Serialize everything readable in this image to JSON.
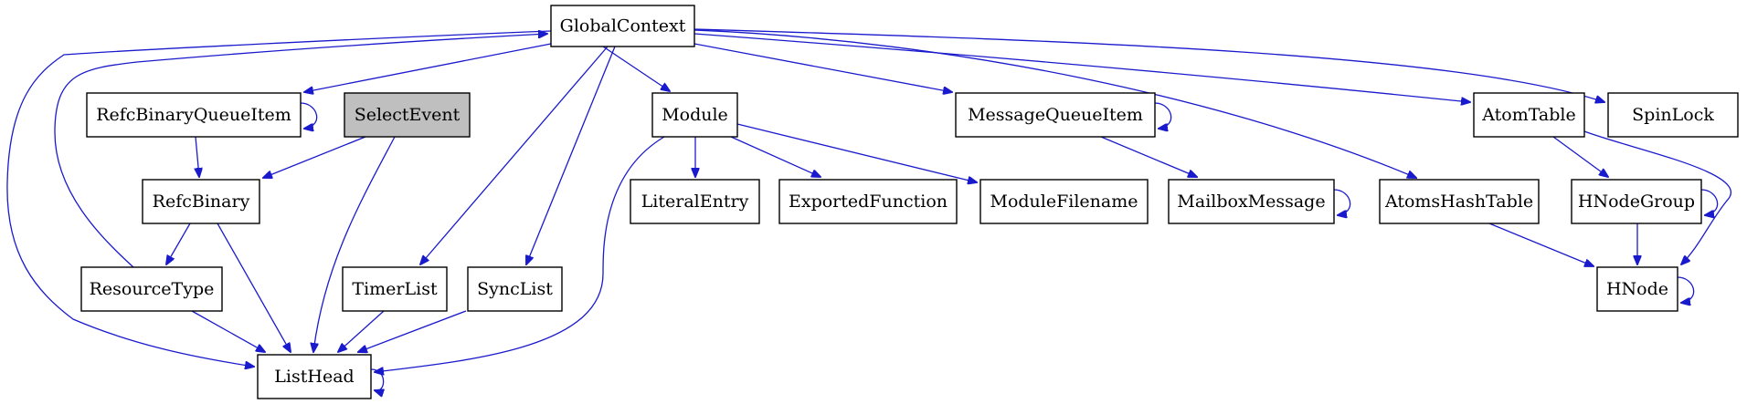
{
  "colors": {
    "edge": "#1a1acd",
    "node_border": "#000000",
    "node_fill": "#ffffff",
    "highlight_fill": "#bfbfbf"
  },
  "nodes": [
    {
      "id": "GlobalContext",
      "label": "GlobalContext"
    },
    {
      "id": "RefcBinaryQueueItem",
      "label": "RefcBinaryQueueItem"
    },
    {
      "id": "SelectEvent",
      "label": "SelectEvent",
      "highlighted": true
    },
    {
      "id": "Module",
      "label": "Module"
    },
    {
      "id": "MessageQueueItem",
      "label": "MessageQueueItem"
    },
    {
      "id": "AtomTable",
      "label": "AtomTable"
    },
    {
      "id": "SpinLock",
      "label": "SpinLock"
    },
    {
      "id": "RefcBinary",
      "label": "RefcBinary"
    },
    {
      "id": "LiteralEntry",
      "label": "LiteralEntry"
    },
    {
      "id": "ExportedFunction",
      "label": "ExportedFunction"
    },
    {
      "id": "ModuleFilename",
      "label": "ModuleFilename"
    },
    {
      "id": "MailboxMessage",
      "label": "MailboxMessage"
    },
    {
      "id": "AtomsHashTable",
      "label": "AtomsHashTable"
    },
    {
      "id": "HNodeGroup",
      "label": "HNodeGroup"
    },
    {
      "id": "ResourceType",
      "label": "ResourceType"
    },
    {
      "id": "TimerList",
      "label": "TimerList"
    },
    {
      "id": "SyncList",
      "label": "SyncList"
    },
    {
      "id": "HNode",
      "label": "HNode"
    },
    {
      "id": "ListHead",
      "label": "ListHead"
    }
  ],
  "edges": [
    {
      "from": "GlobalContext",
      "to": "RefcBinaryQueueItem"
    },
    {
      "from": "GlobalContext",
      "to": "Module"
    },
    {
      "from": "GlobalContext",
      "to": "MessageQueueItem"
    },
    {
      "from": "GlobalContext",
      "to": "AtomTable"
    },
    {
      "from": "GlobalContext",
      "to": "SpinLock"
    },
    {
      "from": "GlobalContext",
      "to": "AtomsHashTable"
    },
    {
      "from": "GlobalContext",
      "to": "TimerList"
    },
    {
      "from": "GlobalContext",
      "to": "SyncList"
    },
    {
      "from": "GlobalContext",
      "to": "ListHead"
    },
    {
      "from": "ResourceType",
      "to": "GlobalContext"
    },
    {
      "from": "RefcBinaryQueueItem",
      "to": "RefcBinaryQueueItem"
    },
    {
      "from": "RefcBinaryQueueItem",
      "to": "RefcBinary"
    },
    {
      "from": "SelectEvent",
      "to": "RefcBinary"
    },
    {
      "from": "SelectEvent",
      "to": "ListHead"
    },
    {
      "from": "RefcBinary",
      "to": "ResourceType"
    },
    {
      "from": "RefcBinary",
      "to": "ListHead"
    },
    {
      "from": "ResourceType",
      "to": "ListHead"
    },
    {
      "from": "TimerList",
      "to": "ListHead"
    },
    {
      "from": "SyncList",
      "to": "ListHead"
    },
    {
      "from": "ListHead",
      "to": "ListHead"
    },
    {
      "from": "Module",
      "to": "LiteralEntry"
    },
    {
      "from": "Module",
      "to": "ExportedFunction"
    },
    {
      "from": "Module",
      "to": "ModuleFilename"
    },
    {
      "from": "Module",
      "to": "ListHead"
    },
    {
      "from": "MessageQueueItem",
      "to": "MessageQueueItem"
    },
    {
      "from": "MessageQueueItem",
      "to": "MailboxMessage"
    },
    {
      "from": "MailboxMessage",
      "to": "MailboxMessage"
    },
    {
      "from": "AtomTable",
      "to": "HNodeGroup"
    },
    {
      "from": "AtomTable",
      "to": "HNode"
    },
    {
      "from": "AtomsHashTable",
      "to": "HNode"
    },
    {
      "from": "HNodeGroup",
      "to": "HNodeGroup"
    },
    {
      "from": "HNodeGroup",
      "to": "HNode"
    },
    {
      "from": "HNode",
      "to": "HNode"
    }
  ]
}
